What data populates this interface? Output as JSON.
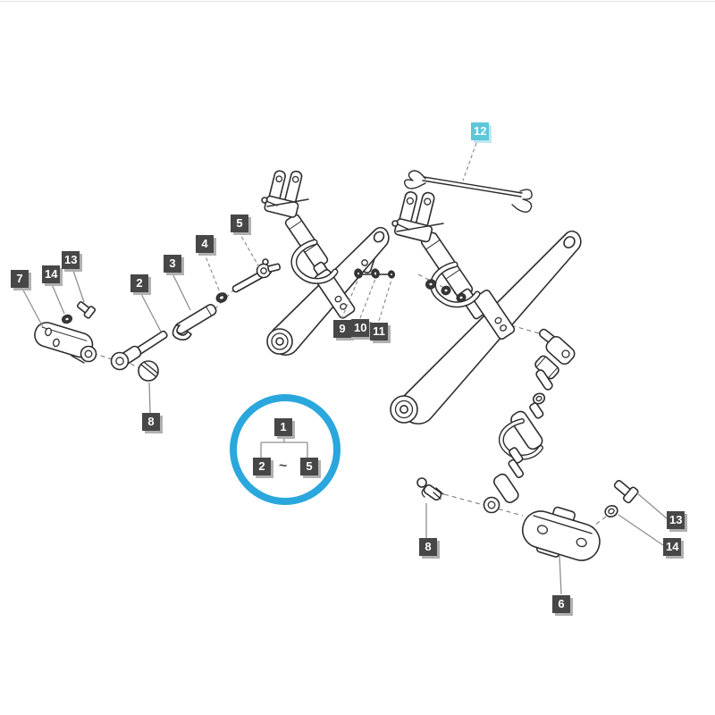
{
  "colors": {
    "canvas": "#ffffff",
    "art_line": "#2e2e2e",
    "callout_bg": "#474747",
    "callout_text": "#ffffff",
    "callout_shadow": "#b0b0b0",
    "highlight_bg": "#5cc7db",
    "highlight_shadow": "#c2e7f1",
    "legend_circle": "#2aa7dc",
    "leader_line": "#8f8f8f",
    "top_rule": "#e3e3e3"
  },
  "callouts": [
    {
      "id": "callout-7",
      "text": "7"
    },
    {
      "id": "callout-14-left",
      "text": "14"
    },
    {
      "id": "callout-13-left",
      "text": "13"
    },
    {
      "id": "callout-2",
      "text": "2"
    },
    {
      "id": "callout-3",
      "text": "3"
    },
    {
      "id": "callout-4",
      "text": "4"
    },
    {
      "id": "callout-5",
      "text": "5"
    },
    {
      "id": "callout-8-left",
      "text": "8"
    },
    {
      "id": "callout-9",
      "text": "9"
    },
    {
      "id": "callout-10",
      "text": "10"
    },
    {
      "id": "callout-11",
      "text": "11"
    },
    {
      "id": "callout-12",
      "text": "12",
      "highlighted": true
    },
    {
      "id": "callout-8-right",
      "text": "8"
    },
    {
      "id": "callout-6",
      "text": "6"
    },
    {
      "id": "callout-13-right",
      "text": "13"
    },
    {
      "id": "callout-14-right",
      "text": "14"
    }
  ],
  "legend": {
    "parent": "1",
    "start": "2",
    "separator": "~",
    "end": "5"
  }
}
